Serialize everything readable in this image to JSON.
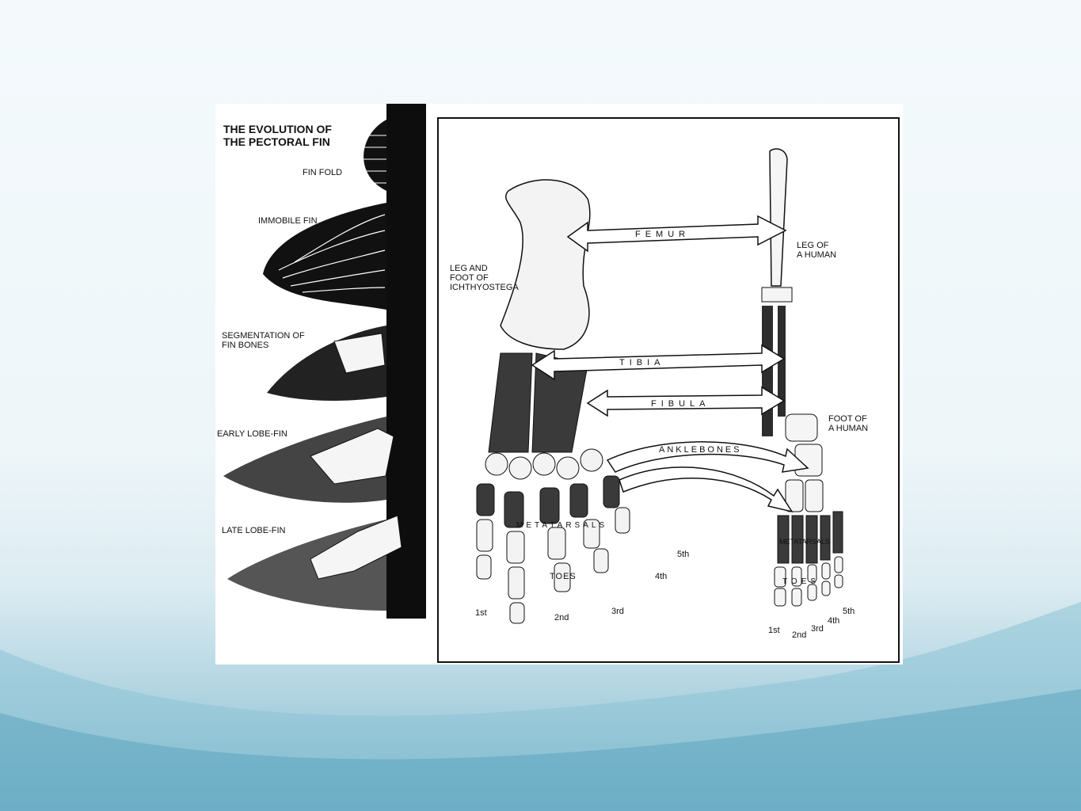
{
  "diagram": {
    "title": "THE EVOLUTION OF\nTHE PECTORAL FIN",
    "fin_stages": [
      "FIN FOLD",
      "IMMOBILE FIN",
      "SEGMENTATION OF\nFIN BONES",
      "EARLY LOBE-FIN",
      "LATE LOBE-FIN"
    ],
    "leg_labels": {
      "ichthyostega": "LEG AND\nFOOT OF\nICHTHYOSTEGA",
      "human_leg": "LEG OF\nA HUMAN",
      "human_foot": "FOOT OF\nA HUMAN"
    },
    "bones": {
      "femur": "FEMUR",
      "tibia": "TIBIA",
      "fibula": "FIBULA",
      "anklebones": "ANKLEBONES",
      "metatarsals": "METATARSALS",
      "toes": "TOES"
    },
    "toe_numbers": [
      "1st",
      "2nd",
      "3rd",
      "4th",
      "5th"
    ],
    "colors": {
      "bone_dark": "#3a3a3a",
      "bone_light": "#f3f3f3",
      "ink": "#111111"
    }
  }
}
